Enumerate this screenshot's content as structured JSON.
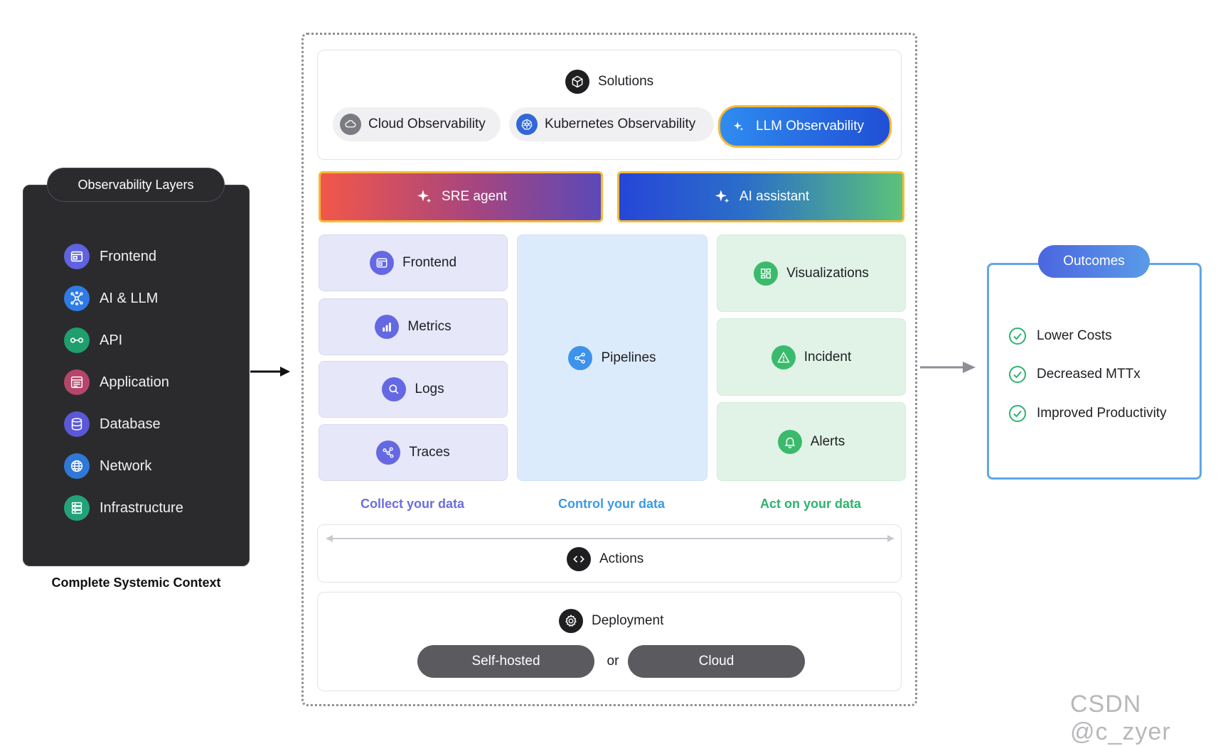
{
  "left": {
    "title": "Observability Layers",
    "caption": "Complete Systemic Context",
    "items": [
      {
        "label": "Frontend",
        "icon": "browser-window-icon",
        "color": "#5f63e0"
      },
      {
        "label": "AI & LLM",
        "icon": "neural-network-icon",
        "color": "#2e7be6"
      },
      {
        "label": "API",
        "icon": "api-link-icon",
        "color": "#1f9e6e"
      },
      {
        "label": "Application",
        "icon": "application-icon",
        "color": "#b6456a"
      },
      {
        "label": "Database",
        "icon": "database-icon",
        "color": "#5a58d6"
      },
      {
        "label": "Network",
        "icon": "globe-icon",
        "color": "#2f78d8"
      },
      {
        "label": "Infrastructure",
        "icon": "server-stack-icon",
        "color": "#23a27a"
      }
    ]
  },
  "solutions": {
    "title": "Solutions",
    "pills": [
      {
        "label": "Cloud Observability",
        "icon": "cloud-icon"
      },
      {
        "label": "Kubernetes Observability",
        "icon": "kubernetes-helm-icon"
      },
      {
        "label": "LLM Observability",
        "icon": "sparkle-icon"
      }
    ]
  },
  "agents": {
    "sre": "SRE agent",
    "assistant": "AI assistant"
  },
  "collect": {
    "label": "Collect your data",
    "tiles": [
      {
        "label": "Frontend",
        "icon": "browser-window-icon"
      },
      {
        "label": "Metrics",
        "icon": "bar-chart-icon"
      },
      {
        "label": "Logs",
        "icon": "magnifier-icon"
      },
      {
        "label": "Traces",
        "icon": "trace-nodes-icon"
      }
    ]
  },
  "control": {
    "label": "Control your data",
    "tile": {
      "label": "Pipelines",
      "icon": "pipeline-icon"
    }
  },
  "act": {
    "label": "Act on your data",
    "tiles": [
      {
        "label": "Visualizations",
        "icon": "dashboard-grid-icon"
      },
      {
        "label": "Incident",
        "icon": "warning-triangle-icon"
      },
      {
        "label": "Alerts",
        "icon": "bell-icon"
      }
    ]
  },
  "actions": {
    "label": "Actions",
    "icon": "code-brackets-icon"
  },
  "deployment": {
    "label": "Deployment",
    "icon": "gear-icon",
    "option_a": "Self-hosted",
    "connector": "or",
    "option_b": "Cloud"
  },
  "outcomes": {
    "title": "Outcomes",
    "items": [
      "Lower Costs",
      "Decreased MTTx",
      "Improved Productivity"
    ]
  },
  "watermark": "CSDN @c_zyer",
  "colors": {
    "collect_label": "#6a6ee0",
    "control_label": "#3b9ae8",
    "act_label": "#2db36d",
    "collect_tile_bg": "#e6e7f8",
    "control_tile_bg": "#dcebfb",
    "act_tile_bg": "#e1f3e6"
  }
}
